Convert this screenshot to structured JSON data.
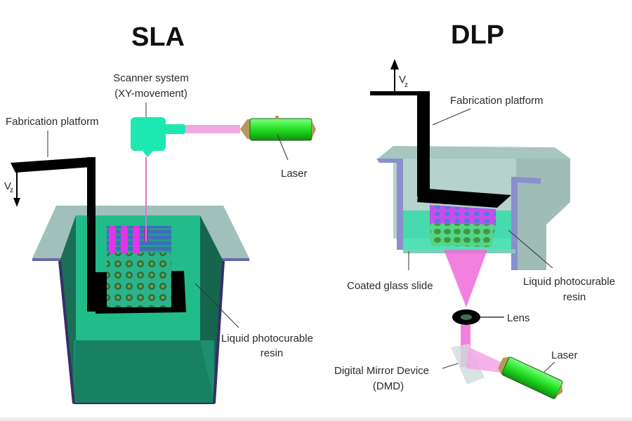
{
  "figure": {
    "panels": [
      {
        "title": "SLA",
        "labels": {
          "scanner_line1": "Scanner system",
          "scanner_line2": "(XY-movement)",
          "platform": "Fabrication platform",
          "laser": "Laser",
          "resin_line1": "Liquid photocurable",
          "resin_line2": "resin",
          "velocity": "V",
          "velocity_sub": "z"
        },
        "velocity_direction": "down"
      },
      {
        "title": "DLP",
        "labels": {
          "platform": "Fabrication platform",
          "glass": "Coated glass slide",
          "resin_line1": "Liquid photocurable",
          "resin_line2": "resin",
          "lens": "Lens",
          "laser": "Laser",
          "dmd_line1": "Digital Mirror Device",
          "dmd_line2": "(DMD)",
          "velocity": "V",
          "velocity_sub": "z"
        },
        "velocity_direction": "up"
      }
    ],
    "colors": {
      "resin_dark": "#1f8f6c",
      "resin_light": "#2fe0a8",
      "vat_rim": "#9fbdb8",
      "vat_edge": "#6a6fb0",
      "laser_body": "#2ee82e",
      "laser_tip": "#b59a57",
      "beam": "#ef6fd6",
      "scanner": "#1ee8b2",
      "platform": "#000000",
      "cured_pillars": "#e234e8"
    }
  }
}
